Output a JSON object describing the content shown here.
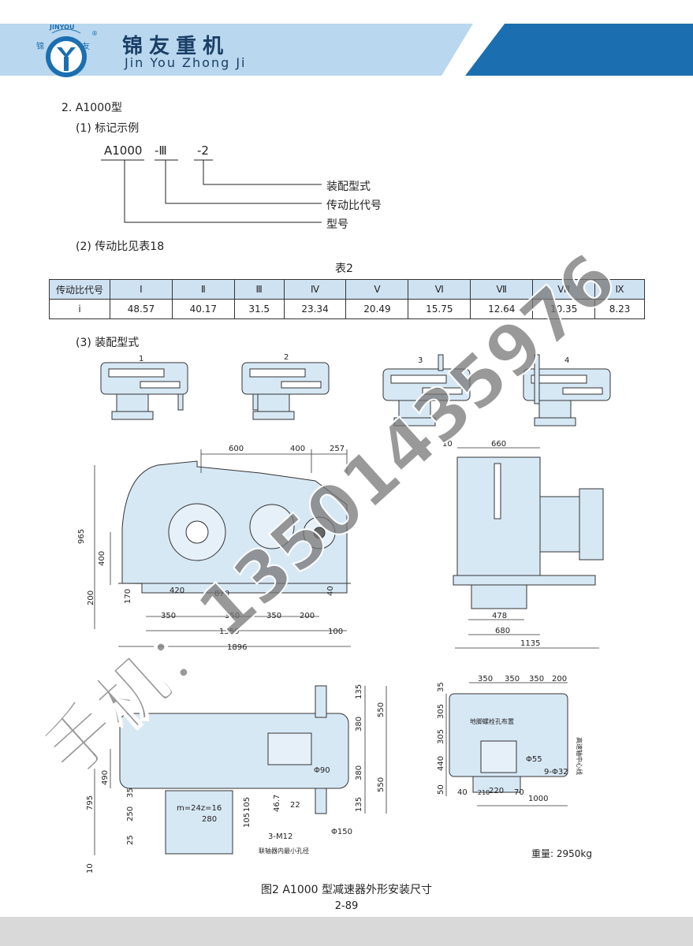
{
  "header": {
    "brand_cn": "锦友重机",
    "brand_en": "Jin You Zhong Ji",
    "logo_text_top": "JINYOU",
    "logo_text_left": "锦",
    "logo_text_right": "友",
    "logo_mark": "®"
  },
  "section": {
    "title": "2. A1000型",
    "sub1": "(1) 标记示例",
    "example": {
      "model": "A1000",
      "ratio_code": "-Ⅲ",
      "assembly": "-2",
      "label_assembly": "装配型式",
      "label_ratio": "传动比代号",
      "label_model": "型号"
    },
    "sub2": "(2) 传动比见表18",
    "table_title": "表2",
    "table": {
      "row1_head": "传动比代号",
      "row2_head": "i",
      "codes": [
        "Ⅰ",
        "Ⅱ",
        "Ⅲ",
        "Ⅳ",
        "Ⅴ",
        "Ⅵ",
        "Ⅶ",
        "Ⅷ",
        "Ⅸ"
      ],
      "values": [
        "48.57",
        "40.17",
        "31.5",
        "23.34",
        "20.49",
        "15.75",
        "12.64",
        "10.35",
        "8.23"
      ]
    },
    "sub3": "(3) 装配型式",
    "assembly_numbers": [
      "1",
      "2",
      "3",
      "4"
    ]
  },
  "drawing": {
    "front_dims": [
      "600",
      "400",
      "257",
      "965",
      "400",
      "200",
      "170",
      "420",
      "870",
      "40",
      "350",
      "350",
      "350",
      "200",
      "1350",
      "100",
      "1896"
    ],
    "side_dims": [
      "10",
      "660",
      "478",
      "680",
      "1135"
    ],
    "top_dims": [
      "135",
      "380",
      "550",
      "380",
      "550",
      "135",
      "490",
      "795",
      "35",
      "250",
      "25",
      "10",
      "m=24z=16",
      "280",
      "105",
      "105",
      "46.7",
      "22",
      "3-M12",
      "Φ90",
      "Φ150"
    ],
    "top_note": "联轴器内最小孔径",
    "base_dims": [
      "350",
      "350",
      "350",
      "200",
      "35",
      "305",
      "305",
      "440",
      "50",
      "40",
      "210",
      "220",
      "70",
      "1000",
      "Φ55",
      "9-Φ32"
    ],
    "base_label": "地脚螺栓孔布置",
    "base_side_label": "高速轴中心线",
    "weight": "重量: 2950kg"
  },
  "caption": "图2 A1000 型减速器外形安装尺寸",
  "page_number": "2-89",
  "watermark": "手机：13501435976"
}
